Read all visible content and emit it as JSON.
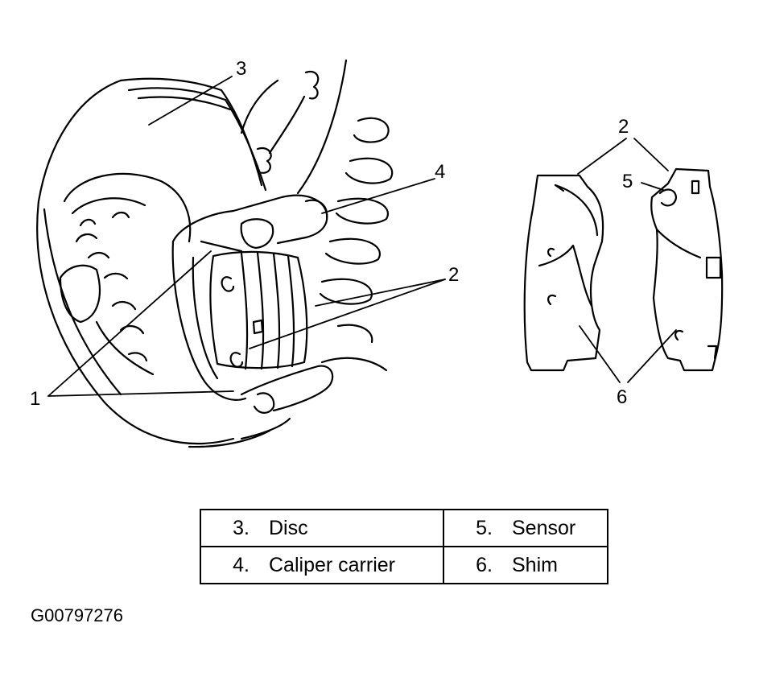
{
  "callouts": [
    {
      "id": "callout-3",
      "text": "3"
    },
    {
      "id": "callout-4",
      "text": "4"
    },
    {
      "id": "callout-2-main",
      "text": "2"
    },
    {
      "id": "callout-1",
      "text": "1"
    },
    {
      "id": "callout-2-pads",
      "text": "2"
    },
    {
      "id": "callout-5",
      "text": "5"
    },
    {
      "id": "callout-6",
      "text": "6"
    }
  ],
  "legend": {
    "rows": [
      [
        {
          "num": "3.",
          "label": "Disc"
        },
        {
          "num": "5.",
          "label": "Sensor"
        }
      ],
      [
        {
          "num": "4.",
          "label": "Caliper carrier"
        },
        {
          "num": "6.",
          "label": "Shim"
        }
      ]
    ]
  },
  "figure_id": "G00797276"
}
